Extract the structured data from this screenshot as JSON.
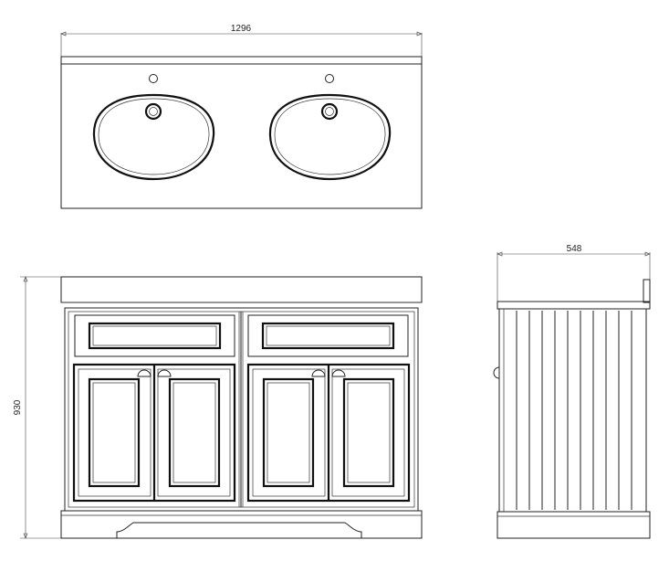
{
  "dimensions": {
    "width": "1296",
    "height": "930",
    "depth": "548"
  },
  "colors": {
    "line": "#222222",
    "background": "#ffffff"
  }
}
